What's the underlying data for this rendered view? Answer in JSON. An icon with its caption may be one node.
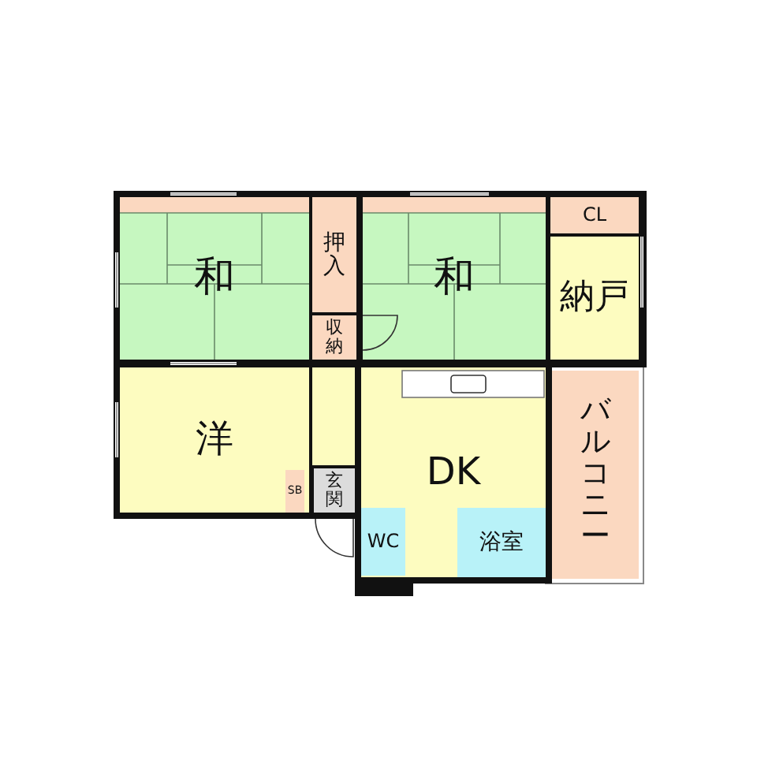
{
  "diagram": {
    "nodes": [
      {
        "text": [
          "和"
        ]
      },
      {
        "text": [
          "押入"
        ]
      },
      {
        "text": [
          "収納"
        ]
      },
      {
        "text": [
          "和"
        ]
      },
      {
        "text": [
          "CL"
        ]
      },
      {
        "text": [
          "納戸"
        ]
      },
      {
        "text": [
          "洋"
        ]
      },
      {
        "text": [
          "SB"
        ],
        "in": 6
      },
      {
        "text": [
          "玄関"
        ]
      },
      {
        "text": [
          "DK"
        ]
      },
      {
        "text": [
          "WC"
        ],
        "in": 9
      },
      {
        "text": [
          "浴室"
        ],
        "in": 9
      },
      {
        "text": [
          "バルコニー"
        ]
      }
    ]
  }
}
